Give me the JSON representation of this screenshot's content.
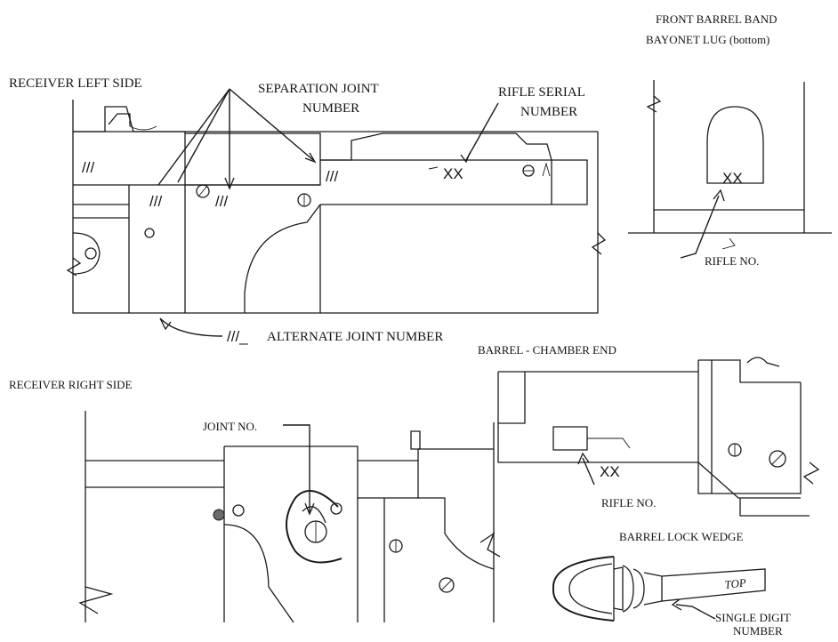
{
  "labels": {
    "front_barrel_band": "FRONT BARREL BAND",
    "bayonet_lug": "BAYONET LUG (bottom)",
    "receiver_left_side": "RECEIVER LEFT SIDE",
    "separation_joint": "SEPARATION JOINT",
    "separation_joint_number": "NUMBER",
    "rifle_serial": "RIFLE SERIAL",
    "rifle_serial_number": "NUMBER",
    "rifle_no_top": "RIFLE NO.",
    "alternate_joint_number": "ALTERNATE JOINT NUMBER",
    "alternate_mark": "///_",
    "barrel_chamber_end": "BARREL - CHAMBER END",
    "receiver_right_side": "RECEIVER RIGHT SIDE",
    "joint_no": "JOINT NO.",
    "rifle_no_bottom": "RIFLE NO.",
    "barrel_lock_wedge": "BARREL LOCK WEDGE",
    "single_digit": "SINGLE DIGIT",
    "single_digit_number": "NUMBER"
  },
  "marks": {
    "serial_xx": "XX",
    "bayonet_xx": "XX",
    "chamber_xx": "XX",
    "slash_mark": "///",
    "wedge_script": "TOP"
  }
}
